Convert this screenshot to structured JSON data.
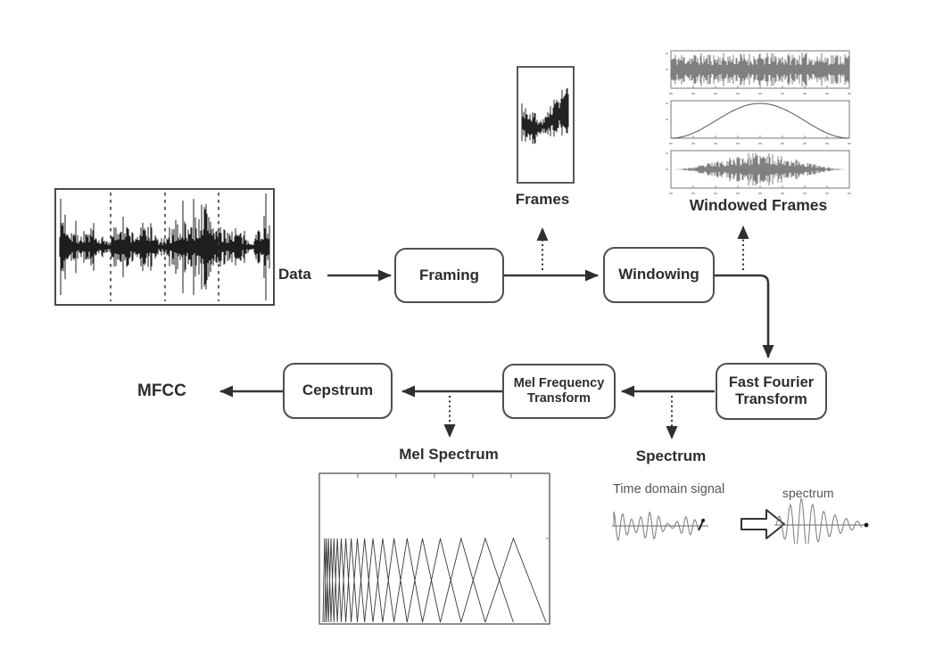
{
  "diagram": {
    "labels": {
      "data": "Data",
      "mfcc": "MFCC"
    },
    "boxes": {
      "framing": "Framing",
      "windowing": "Windowing",
      "fft": {
        "line1": "Fast Fourier",
        "line2": "Transform"
      },
      "mel": {
        "line1": "Mel Frequency",
        "line2": "Transform"
      },
      "cepstrum": "Cepstrum"
    },
    "captions": {
      "frames": "Frames",
      "windowed_frames": "Windowed Frames",
      "spectrum": "Spectrum",
      "mel_spectrum": "Mel Spectrum"
    },
    "inset": {
      "time_domain": "Time domain signal",
      "spectrum": "spectrum"
    },
    "colors": {
      "background": "#ffffff",
      "line": "#383838",
      "text": "#2d2d2d",
      "muted_text": "#555555"
    }
  }
}
